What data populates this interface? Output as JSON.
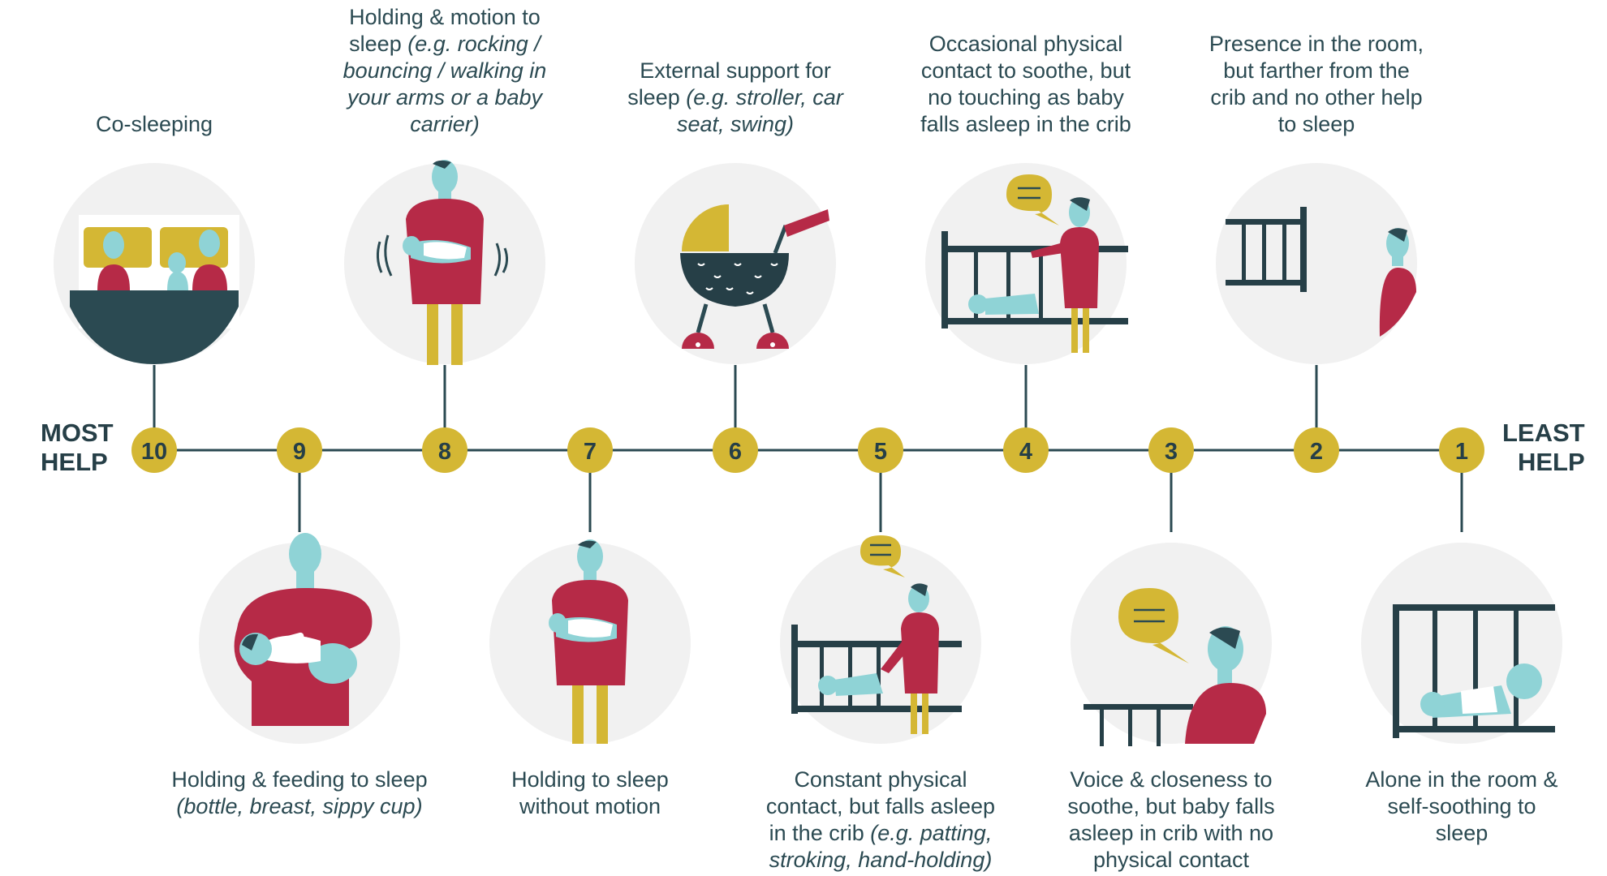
{
  "scale": {
    "left_label": [
      "MOST",
      "HELP"
    ],
    "right_label": [
      "LEAST",
      "HELP"
    ],
    "steps": [
      {
        "number": "10",
        "label": "Co-sleeping",
        "example": ""
      },
      {
        "number": "9",
        "label": "Holding & feeding to sleep",
        "example": "(bottle, breast, sippy cup)"
      },
      {
        "number": "8",
        "label": "Holding & motion to sleep",
        "example": "(e.g. rocking / bouncing / walking in your arms or a baby carrier)"
      },
      {
        "number": "7",
        "label": "Holding to sleep without motion",
        "example": ""
      },
      {
        "number": "6",
        "label": "External support for sleep",
        "example": "(e.g. stroller, car seat, swing)"
      },
      {
        "number": "5",
        "label": "Constant physical contact, but falls asleep in the crib",
        "example": "(e.g. patting, stroking, hand-holding)"
      },
      {
        "number": "4",
        "label": "Occasional physical contact to soothe, but no touching as baby falls asleep in the crib",
        "example": ""
      },
      {
        "number": "3",
        "label": "Voice & closeness to soothe, but baby falls asleep in crib with no physical contact",
        "example": ""
      },
      {
        "number": "2",
        "label": "Presence in the room, but farther from the crib and no other help to sleep",
        "example": ""
      },
      {
        "number": "1",
        "label": "Alone in the room & self-soothing to sleep",
        "example": ""
      }
    ]
  },
  "colors": {
    "yellow": "#d4b734",
    "red": "#b62a47",
    "teal_dark": "#2b4a52",
    "skin": "#8fd3d6",
    "circle_bg": "#f1f1f1",
    "line": "#2b4a52"
  },
  "icons": [
    "co-sleeping-bed-icon",
    "holding-feeding-icon",
    "rocking-baby-icon",
    "holding-baby-icon",
    "stroller-icon",
    "patting-crib-icon",
    "parent-at-crib-icon",
    "talking-parent-icon",
    "parent-far-from-crib-icon",
    "baby-alone-crib-icon"
  ]
}
